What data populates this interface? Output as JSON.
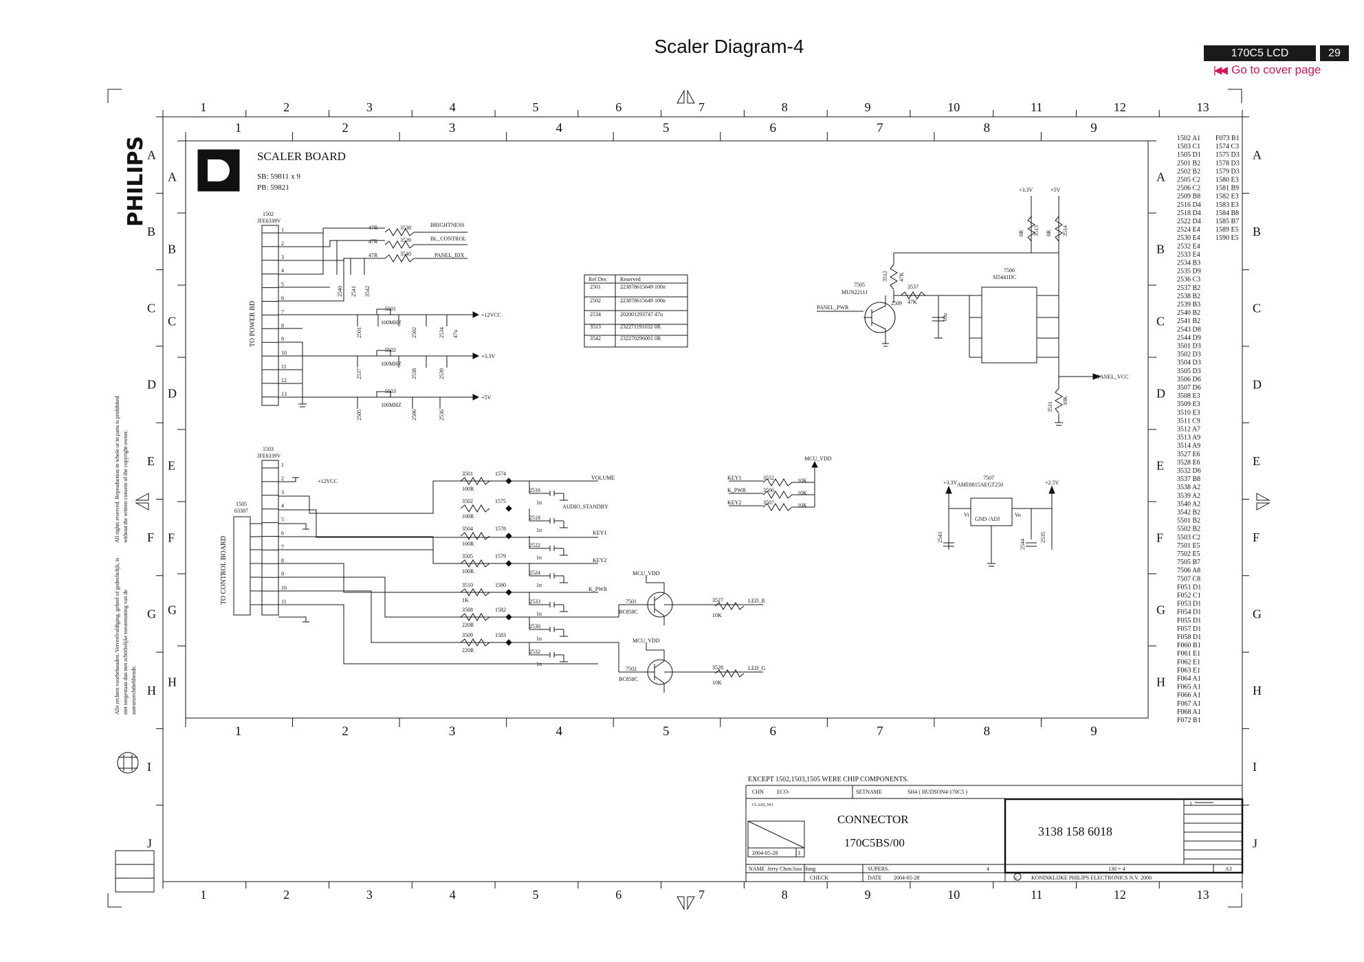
{
  "header": {
    "title": "Scaler  Diagram-4",
    "model": "170C5 LCD",
    "page": "29",
    "cover_link": "Go to cover page"
  },
  "frame": {
    "outer_cols": [
      "1",
      "2",
      "3",
      "4",
      "5",
      "6",
      "7",
      "8",
      "9",
      "10",
      "11",
      "12",
      "13"
    ],
    "outer_rows": [
      "A",
      "B",
      "C",
      "D",
      "E",
      "F",
      "G",
      "H",
      "I",
      "J"
    ],
    "inner_cols": [
      "1",
      "2",
      "3",
      "4",
      "5",
      "6",
      "7",
      "8",
      "9"
    ],
    "inner_rows": [
      "A",
      "B",
      "C",
      "D",
      "E",
      "F",
      "G",
      "H"
    ]
  },
  "brand": {
    "name": "PHILIPS"
  },
  "copyright": {
    "en": "All rights reserved. Reproduction in whole or in parts is prohibited without the written consent of the copyright owner.",
    "nl": "Alle rechten voorbehouden. Verveelvuldiging, geheel of gedeeltelijk, is niet toegestaan dan met schriftelijke toestemming van de auteursrechthebbende."
  },
  "board": {
    "title": "SCALER BOARD",
    "sb": "SB: 59811 x 9",
    "pb": "PB: 59821",
    "logo": "D"
  },
  "labels": {
    "to_power_bd": "TO POWER BD",
    "to_control_board": "TO CONTROL BOARD",
    "brightness": "BRIGHTNESS",
    "bl_control": "BL_CONTROL",
    "panel_idx": "PANEL_IDX",
    "v12": "+12VCC",
    "v33": "+3.3V",
    "v5": "+5V",
    "volume": "VOLUME",
    "audio_standby": "AUDIO_STANDBY",
    "key1": "KEY1",
    "key2": "KEY2",
    "k_pwr": "K_PWR",
    "mcu_vdd": "MCU_VDD",
    "led_r": "LED_R",
    "led_g": "LED_G",
    "panel_pwr": "PANEL_PWR",
    "panel_vcc": "PANEL_VCC",
    "v25": "+2.5V",
    "key1_in": "KEY1",
    "kpwr_in": "K_PWR",
    "key2_in": "KEY2"
  },
  "connectors": {
    "c1502": {
      "ref": "1502",
      "part": "JFE6339V"
    },
    "c1503": {
      "ref": "1503",
      "part": "JFE6339V"
    },
    "c1505": {
      "ref": "1505",
      "part": "63387"
    }
  },
  "components": {
    "r3538": "3538",
    "r3539": "3539",
    "r3540": "3540",
    "r47r": "47R",
    "c2540": "2540",
    "c2541": "2541",
    "r3542": "3542",
    "l5501": "5501",
    "l5502": "5502",
    "l5503": "5503",
    "bead": "100MHZ",
    "c2501": "2501",
    "c2502": "2502",
    "c2534": "2534",
    "c2537": "2537",
    "c2538": "2538",
    "c2539": "2539",
    "c2505": "2505",
    "c2506": "2506",
    "c2536": "2536",
    "q7505": "7505",
    "q7505_part": "MUN2211J",
    "ic7506": "7506",
    "ic7506_part": "SI5441DC",
    "reg7507": "7507",
    "reg7507_part": "AME8815AEGT250",
    "q7501": "7501",
    "q7502": "7502",
    "q_part": "BC858C",
    "r3512": "3512",
    "r3537": "3537",
    "r3513": "3513",
    "r3514": "3514",
    "r3511": "3511",
    "c2509": "2509",
    "r3501": "3501",
    "r3502": "3502",
    "r3504": "3504",
    "r3505": "3505",
    "r3510": "3510",
    "r3508": "3508",
    "r3509": "3509",
    "r3527": "3527",
    "r3528": "3528",
    "r3552": "3552",
    "r3506": "3506",
    "r3507": "3507",
    "c2516": "2516",
    "c2518": "2518",
    "c2522": "2522",
    "c2524": "2524",
    "c2533": "2533",
    "c2530": "2530",
    "c2532": "2532",
    "c2543": "2543",
    "c2544": "2544",
    "c2535": "2535",
    "gnd_adj": "GND /ADJ",
    "vi": "Vi",
    "vo": "Vo",
    "v100r": "100R",
    "v1k": "1K",
    "v220r": "220R",
    "v10k": "10K",
    "v47k": "47K",
    "v1n": "1n",
    "v100n": "100n",
    "v47u": "47u",
    "v10u": "10u",
    "v0r": "0R"
  },
  "reserved_table": {
    "headers": [
      "Ref Des",
      "Reserved"
    ],
    "rows": [
      [
        "2501",
        "223878615649 100n"
      ],
      [
        "2502",
        "223878615649 100n"
      ],
      [
        "2534",
        "202001293747 47u"
      ],
      [
        "3513",
        "232271191032 0R"
      ],
      [
        "3542",
        "232270296001 0R"
      ]
    ]
  },
  "cross_ref": {
    "col1": [
      "1502 A1",
      "1503 C1",
      "1505 D1",
      "2501 B2",
      "2502 B2",
      "2505 C2",
      "2506 C2",
      "2509 B8",
      "2516 D4",
      "2518 D4",
      "2522 D4",
      "2524 E4",
      "2530 E4",
      "2532 E4",
      "2533 E4",
      "2534 B3",
      "2535 D9",
      "2536 C3",
      "2537 B2",
      "2538 B2",
      "2539 B3",
      "2540 B2",
      "2541 B2",
      "2543 D8",
      "2544 D9",
      "3501 D3",
      "3502 D3",
      "3504 D3",
      "3505 D3",
      "3506 D6",
      "3507 D6",
      "3508 E3",
      "3509 E3",
      "3510 E3",
      "3511 C9",
      "3512 A7",
      "3513 A9",
      "3514 A9",
      "3527 E6",
      "3528 E6",
      "3532 D6",
      "3537 B8",
      "3538 A2",
      "3539 A2",
      "3540 A2",
      "3542 B2",
      "5501 B2",
      "5502 B2",
      "5503 C2",
      "7501 E5",
      "7502 E5",
      "7505 B7",
      "7506 A8",
      "7507 C8",
      "F051 D1",
      "F052 C1",
      "F053 D1",
      "F054 D1",
      "F055 D1",
      "F057 D1",
      "F058 D1",
      "F060 B1",
      "F061 E1",
      "F062 E1",
      "F063 E1",
      "F064 A1",
      "F065 A1",
      "F066 A1",
      "F067 A1",
      "F068 A1",
      "F072 B1"
    ],
    "col2": [
      "F073 B1",
      "1574 C3",
      "1575 D3",
      "1578 D3",
      "1579 D3",
      "1580 E3",
      "1581 B9",
      "1582 E3",
      "1583 E3",
      "1584 B8",
      "1585 B7",
      "1589 E5",
      "1590 E5"
    ]
  },
  "title_block": {
    "note": "EXCEPT 1502,1503,1505  WERE CHIP COMPONENTS.",
    "chn": "CHN",
    "eco": "ECO-",
    "setname_label": "SETNAME",
    "setname": "SH4 ( HUDSON4-170C5 )",
    "class": "CLASS_NO",
    "doc_title": "CONNECTOR",
    "doc_model": "170C5BS/00",
    "doc_number": "3138  158  6018",
    "date": "2004-05-28",
    "sheet_a": "3",
    "name_label": "NAME",
    "name": "Jerry Chen/Joss Hung",
    "supers": "SUPERS.",
    "check": "CHECK",
    "date_label": "DATE",
    "date2": "2004-05-28",
    "sheet_b": "4",
    "total": "130 = 4",
    "size": "A3",
    "copyright": "KONINKLIJKE PHILIPS ELECTRONICS N.V. 2000",
    "c": "c",
    "rev": "1"
  }
}
